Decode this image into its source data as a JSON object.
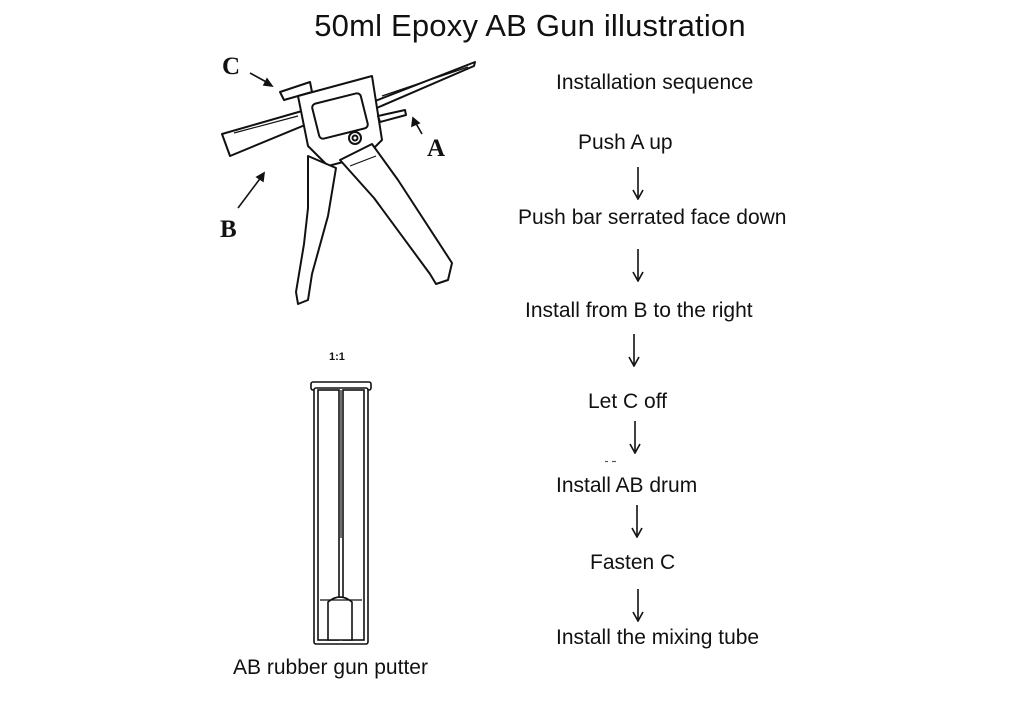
{
  "title": "50ml Epoxy AB Gun illustration",
  "gun": {
    "callouts": {
      "a": "A",
      "b": "B",
      "c": "C"
    }
  },
  "sequence": {
    "heading": "Installation sequence",
    "steps": [
      "Push A up",
      "Push bar serrated face down",
      "Install from B to the right",
      "Let C off",
      "Install AB drum",
      "Fasten C",
      "Install the mixing tube"
    ]
  },
  "cartridge": {
    "ratio": "1:1",
    "label": "AB rubber gun putter"
  }
}
